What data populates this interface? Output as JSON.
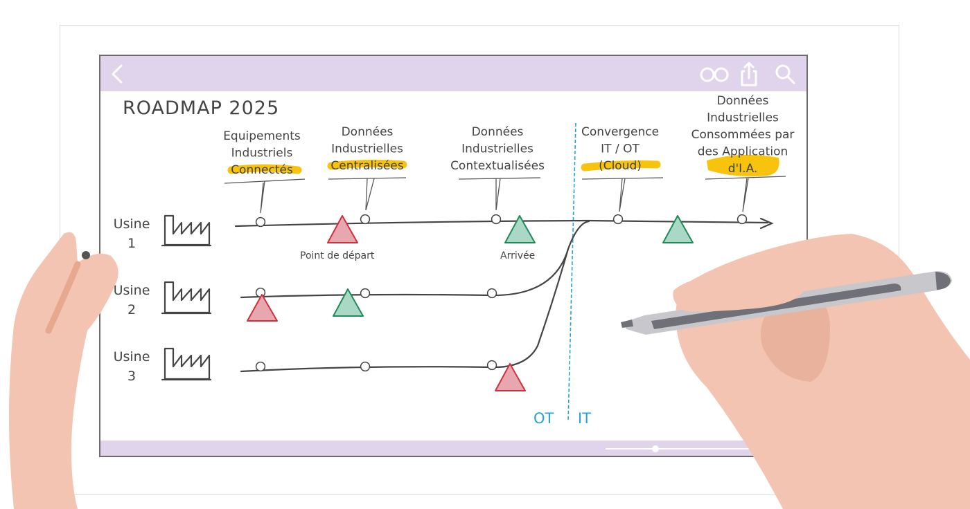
{
  "app": {
    "title": "ROADMAP 2025"
  },
  "toolbar": {
    "back_icon": "chevron-left-icon",
    "glasses_icon": "glasses-icon",
    "share_icon": "share-icon",
    "search_icon": "search-icon"
  },
  "milestones": [
    {
      "lines": [
        "Equipements",
        "Industriels",
        "Connectés"
      ]
    },
    {
      "lines": [
        "Données",
        "Industrielles",
        "Centralisées"
      ]
    },
    {
      "lines": [
        "Données",
        "Industrielles",
        "Contextualisées"
      ]
    },
    {
      "lines": [
        "Convergence",
        "IT / OT",
        "(Cloud)"
      ]
    },
    {
      "lines": [
        "Données",
        "Industrielles",
        "Consommées par",
        "des Application",
        "d'I.A."
      ]
    }
  ],
  "plants": [
    {
      "name": "Usine",
      "num": "1"
    },
    {
      "name": "Usine",
      "num": "2"
    },
    {
      "name": "Usine",
      "num": "3"
    }
  ],
  "markers": {
    "start_label": "Point de départ",
    "end_label": "Arrivée"
  },
  "divider": {
    "left_label": "OT",
    "right_label": "IT"
  },
  "colors": {
    "toolbar": "#e0d4ec",
    "highlight": "#f7c000",
    "start": "#e8a7ae",
    "start_stroke": "#d0303c",
    "end": "#a9d8c4",
    "end_stroke": "#1f8a5a",
    "divider": "#2a9fd8",
    "skin": "#f4c4b2",
    "pen": "#707078"
  }
}
